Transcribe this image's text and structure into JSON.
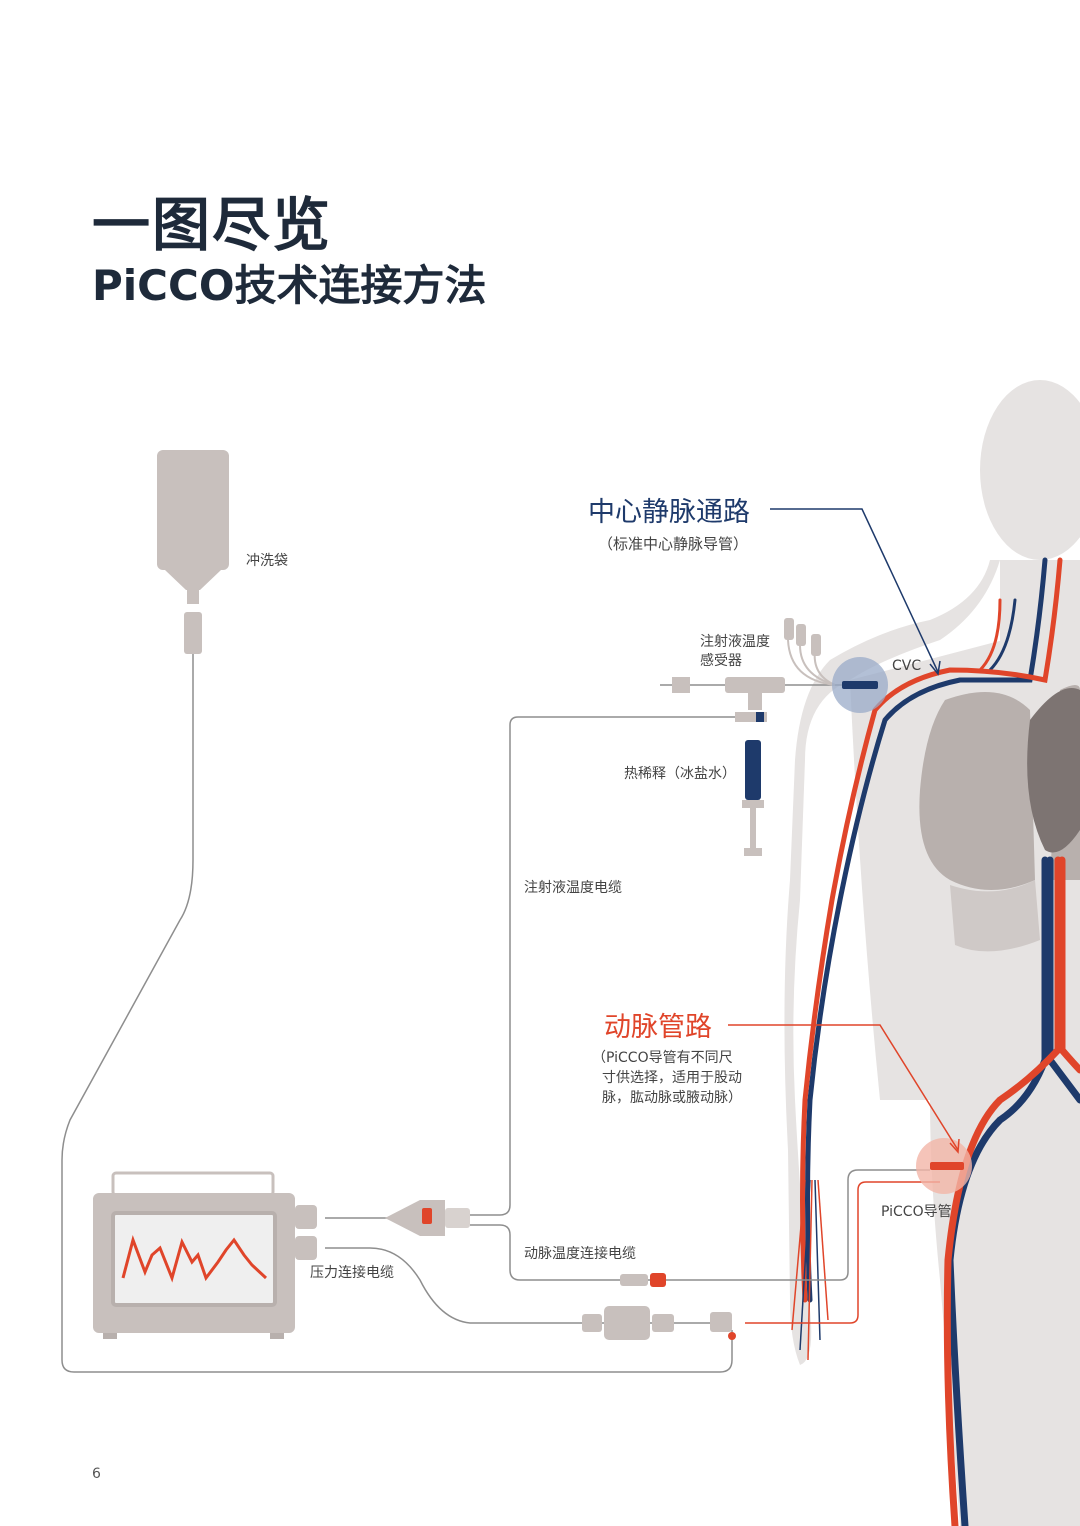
{
  "header": {
    "title": "一图尽览",
    "subtitle": "PiCCO技术连接方法"
  },
  "labels": {
    "flush_bag": "冲洗袋",
    "central_venous_title": "中心静脉通路",
    "central_venous_sub": "（标准中心静脉导管）",
    "injectate_sensor_line1": "注射液温度",
    "injectate_sensor_line2": "感受器",
    "cvc": "CVC",
    "thermodilution": "热稀释（冰盐水）",
    "injectate_cable": "注射液温度电缆",
    "arterial_title": "动脉管路",
    "arterial_note_line1": "（PiCCO导管有不同尺",
    "arterial_note_line2": "寸供选择，适用于股动",
    "arterial_note_line3": "脉，肱动脉或腋动脉）",
    "picco_catheter": "PiCCO导管",
    "arterial_temp_cable": "动脉温度连接电缆",
    "pressure_cable": "压力连接电缆"
  },
  "footer": {
    "page_number": "6"
  },
  "colors": {
    "title": "#1e2a3a",
    "vein_blue": "#1e3a6b",
    "artery_red": "#e0452a",
    "body_gray": "#e4e1e0",
    "device_gray": "#cbc3c0",
    "line_gray": "#8a8a8a"
  }
}
